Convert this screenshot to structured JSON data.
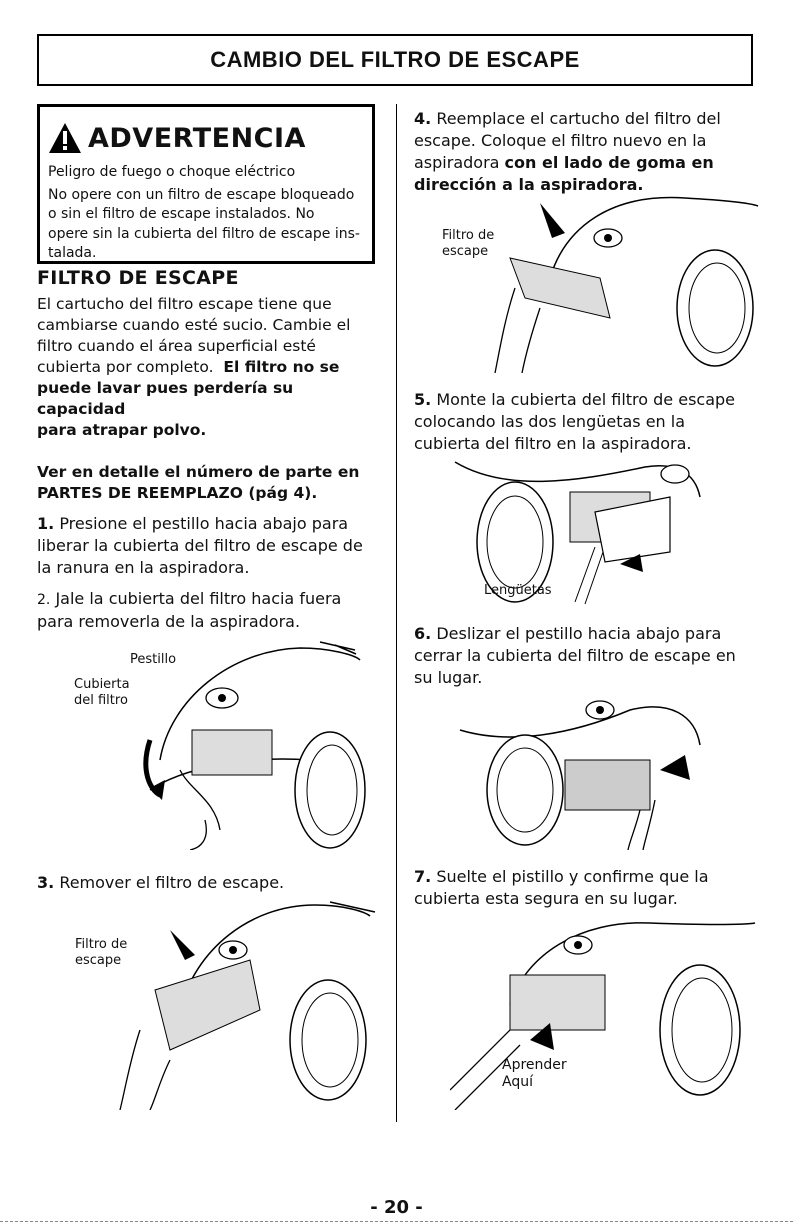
{
  "header": {
    "title": "CAMBIO DEL FILTRO DE ESCAPE"
  },
  "warning": {
    "heading": "ADVERTENCIA",
    "lines": [
      "Peligro de fuego o choque eléctrico",
      "No opere con un filtro de escape bloqueado",
      "o sin el filtro de escape instalados.  No",
      "opere sin la cubierta del filtro de escape ins-",
      "talada."
    ]
  },
  "left": {
    "section_title": "FILTRO DE ESCAPE",
    "intro_lines": [
      "El cartucho del filtro escape tiene que",
      "cambiarse cuando esté sucio. Cambie el",
      "filtro cuando el área superficial esté",
      "cubierta por completo."
    ],
    "intro_bold_inline": "El filtro no se",
    "intro_bold_lines": [
      "puede lavar pues perdería su capacidad",
      "para atrapar polvo."
    ],
    "ref_lines": [
      "Ver en detalle el número de parte en",
      "PARTES DE REEMPLAZO (pág 4)."
    ],
    "step1_num": "1.",
    "step1_lines": [
      "Presione el pestillo hacia abajo para",
      "liberar la cubierta del filtro de escape de",
      "la ranura en la aspiradora."
    ],
    "step2_num": "2.",
    "step2_lines": [
      "Jale la cubierta del filtro hacia fuera",
      "para removerla de la aspiradora."
    ],
    "fig2_labels": {
      "latch": "Pestillo",
      "cover_1": "Cubierta",
      "cover_2": "del filtro"
    },
    "step3_num": "3.",
    "step3_text": "Remover el filtro de escape.",
    "fig3_labels": {
      "filter_1": "Filtro de",
      "filter_2": "escape"
    }
  },
  "right": {
    "step4_num": "4.",
    "step4_lines": [
      "Reemplace el cartucho del filtro del",
      "escape. Coloque el filtro nuevo en la"
    ],
    "step4_line3_plain": "aspiradora ",
    "step4_line3_bold": "con el lado de goma en",
    "step4_line4_bold": "dirección a la aspiradora.",
    "fig4_labels": {
      "filter_1": "Filtro de",
      "filter_2": "escape"
    },
    "step5_num": "5.",
    "step5_lines": [
      "Monte la cubierta del filtro de escape",
      "colocando las dos lengüetas en la",
      "cubierta del filtro en la aspiradora."
    ],
    "fig5_labels": {
      "tabs": "Lengüetas"
    },
    "step6_num": "6.",
    "step6_lines": [
      "Deslizar el pestillo hacia abajo para",
      "cerrar la cubierta del filtro de escape en",
      "su lugar."
    ],
    "step7_num": "7.",
    "step7_lines": [
      "Suelte el pistillo y confirme que la",
      "cubierta esta segura en su lugar."
    ],
    "fig7_labels": {
      "press_1": "Aprender",
      "press_2": "Aquí"
    }
  },
  "footer": {
    "page_number": "- 20 -"
  }
}
